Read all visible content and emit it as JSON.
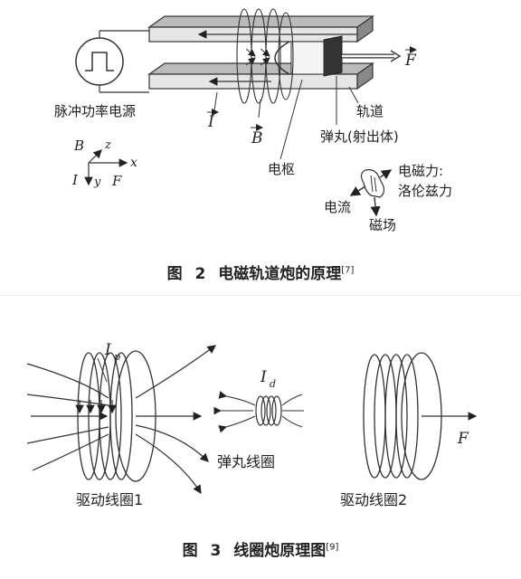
{
  "figure2": {
    "caption": {
      "prefix": "图",
      "number": "2",
      "title": "电磁轨道炮的原理",
      "ref": "[7]"
    },
    "labels": {
      "power_source": "脉冲功率电源",
      "rail": "轨道",
      "projectile": "弹丸(射出体)",
      "armature": "电枢",
      "current_vec": "I",
      "field_vec": "B",
      "force_vec": "F",
      "em_force": "电磁力:",
      "lorentz": "洛伦兹力",
      "current": "电流",
      "field": "磁场"
    },
    "axes": {
      "b": "B",
      "z": "z",
      "x": "x",
      "i": "I",
      "y": "y",
      "f": "F"
    }
  },
  "figure3": {
    "caption": {
      "prefix": "图",
      "number": "3",
      "title": "线圈炮原理图",
      "ref": "[9]"
    },
    "labels": {
      "ip": "I",
      "ip_sub": "p",
      "id": "I",
      "id_sub": "d",
      "projectile_coil": "弹丸线圈",
      "drive_coil_1": "驱动线圈1",
      "drive_coil_2": "驱动线圈2",
      "force": "F"
    }
  }
}
